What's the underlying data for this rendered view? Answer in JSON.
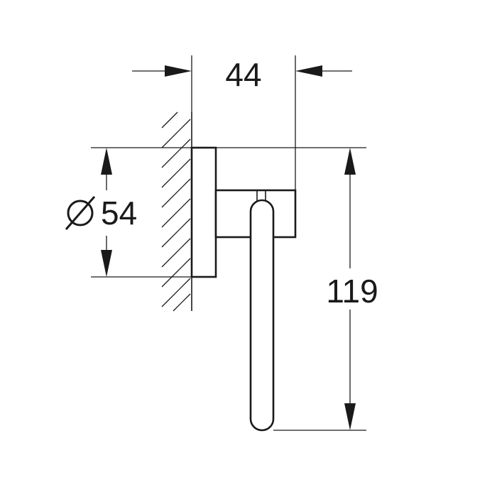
{
  "dimensions": {
    "depth": "44",
    "diameter": "54",
    "height": "119"
  },
  "icons": {
    "diameter_symbol": "diameter-symbol-icon"
  },
  "colors": {
    "stroke": "#1a1a1a",
    "background": "#ffffff"
  }
}
